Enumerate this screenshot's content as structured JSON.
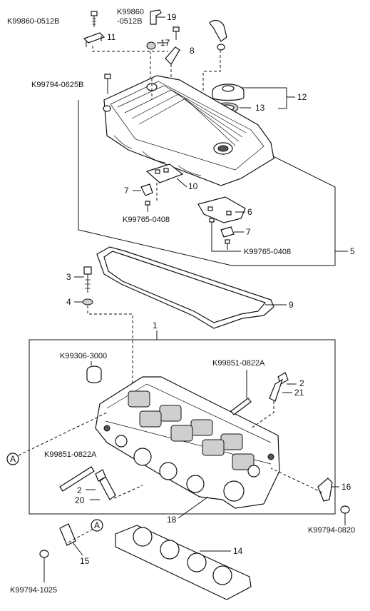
{
  "callouts": {
    "c1": "1",
    "c2a": "2",
    "c2b": "2",
    "c3": "3",
    "c4": "4",
    "c5": "5",
    "c6": "6",
    "c7a": "7",
    "c7b": "7",
    "c8": "8",
    "c9": "9",
    "c10": "10",
    "c11": "11",
    "c12": "12",
    "c13": "13",
    "c14": "14",
    "c15": "15",
    "c16": "16",
    "c17": "17",
    "c18": "18",
    "c19": "19",
    "c20": "20",
    "c21": "21"
  },
  "codes": {
    "k0512b_left": "K99860-0512B",
    "k0512b_top_line1": "K99860",
    "k0512b_top_line2": "-0512B",
    "k0625b": "K99794-0625B",
    "k0408_a": "K99765-0408",
    "k0408_b": "K99765-0408",
    "k3000": "K99306-3000",
    "k0822a_right": "K99851-0822A",
    "k0822a_left": "K99851-0822A",
    "k0820": "K99794-0820",
    "k1025": "K99794-1025"
  },
  "markers": {
    "a_left": "A",
    "a_bottom": "A"
  }
}
